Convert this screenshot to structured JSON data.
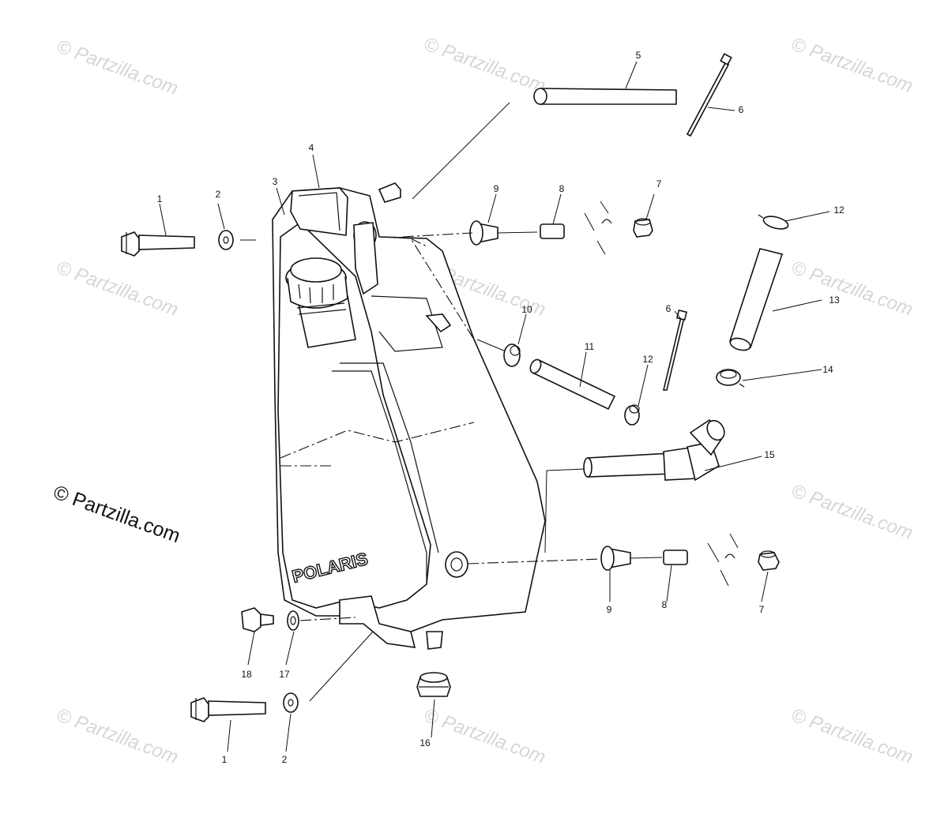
{
  "watermark": {
    "text": "© Partzilla.com",
    "main_text": "© Partzilla.com"
  },
  "tank_logo": "POLARIS",
  "callouts": {
    "c1a": "1",
    "c1b": "1",
    "c2a": "2",
    "c2b": "2",
    "c3": "3",
    "c4": "4",
    "c5": "5",
    "c6a": "6",
    "c6b": "6",
    "c7a": "7",
    "c7b": "7",
    "c8a": "8",
    "c8b": "8",
    "c9a": "9",
    "c9b": "9",
    "c10": "10",
    "c11": "11",
    "c12a": "12",
    "c12b": "12",
    "c13": "13",
    "c14": "14",
    "c15": "15",
    "c16": "16",
    "c17": "17",
    "c18": "18"
  },
  "colors": {
    "line": "#111111",
    "watermark": "#d6d6d6",
    "background": "#ffffff"
  }
}
